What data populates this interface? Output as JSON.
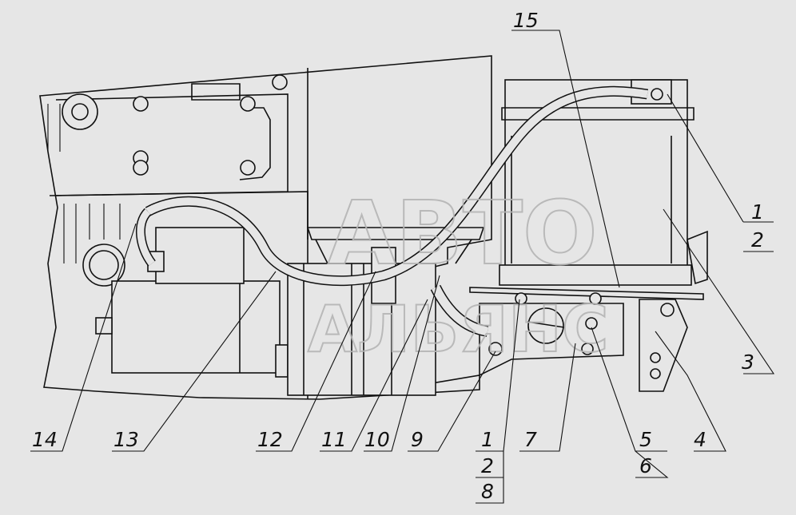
{
  "watermark": {
    "line1": "АВТО",
    "line2": "АЛЬЯНС"
  },
  "callouts": [
    {
      "id": "c15",
      "text": "15"
    },
    {
      "id": "c1a",
      "text": "1"
    },
    {
      "id": "c2a",
      "text": "2"
    },
    {
      "id": "c3",
      "text": "3"
    },
    {
      "id": "c4",
      "text": "4"
    },
    {
      "id": "c5",
      "text": "5"
    },
    {
      "id": "c6",
      "text": "6"
    },
    {
      "id": "c7",
      "text": "7"
    },
    {
      "id": "c1b",
      "text": "1"
    },
    {
      "id": "c2b",
      "text": "2"
    },
    {
      "id": "c8",
      "text": "8"
    },
    {
      "id": "c9",
      "text": "9"
    },
    {
      "id": "c10",
      "text": "10"
    },
    {
      "id": "c11",
      "text": "11"
    },
    {
      "id": "c12",
      "text": "12"
    },
    {
      "id": "c13",
      "text": "13"
    },
    {
      "id": "c14",
      "text": "14"
    }
  ]
}
